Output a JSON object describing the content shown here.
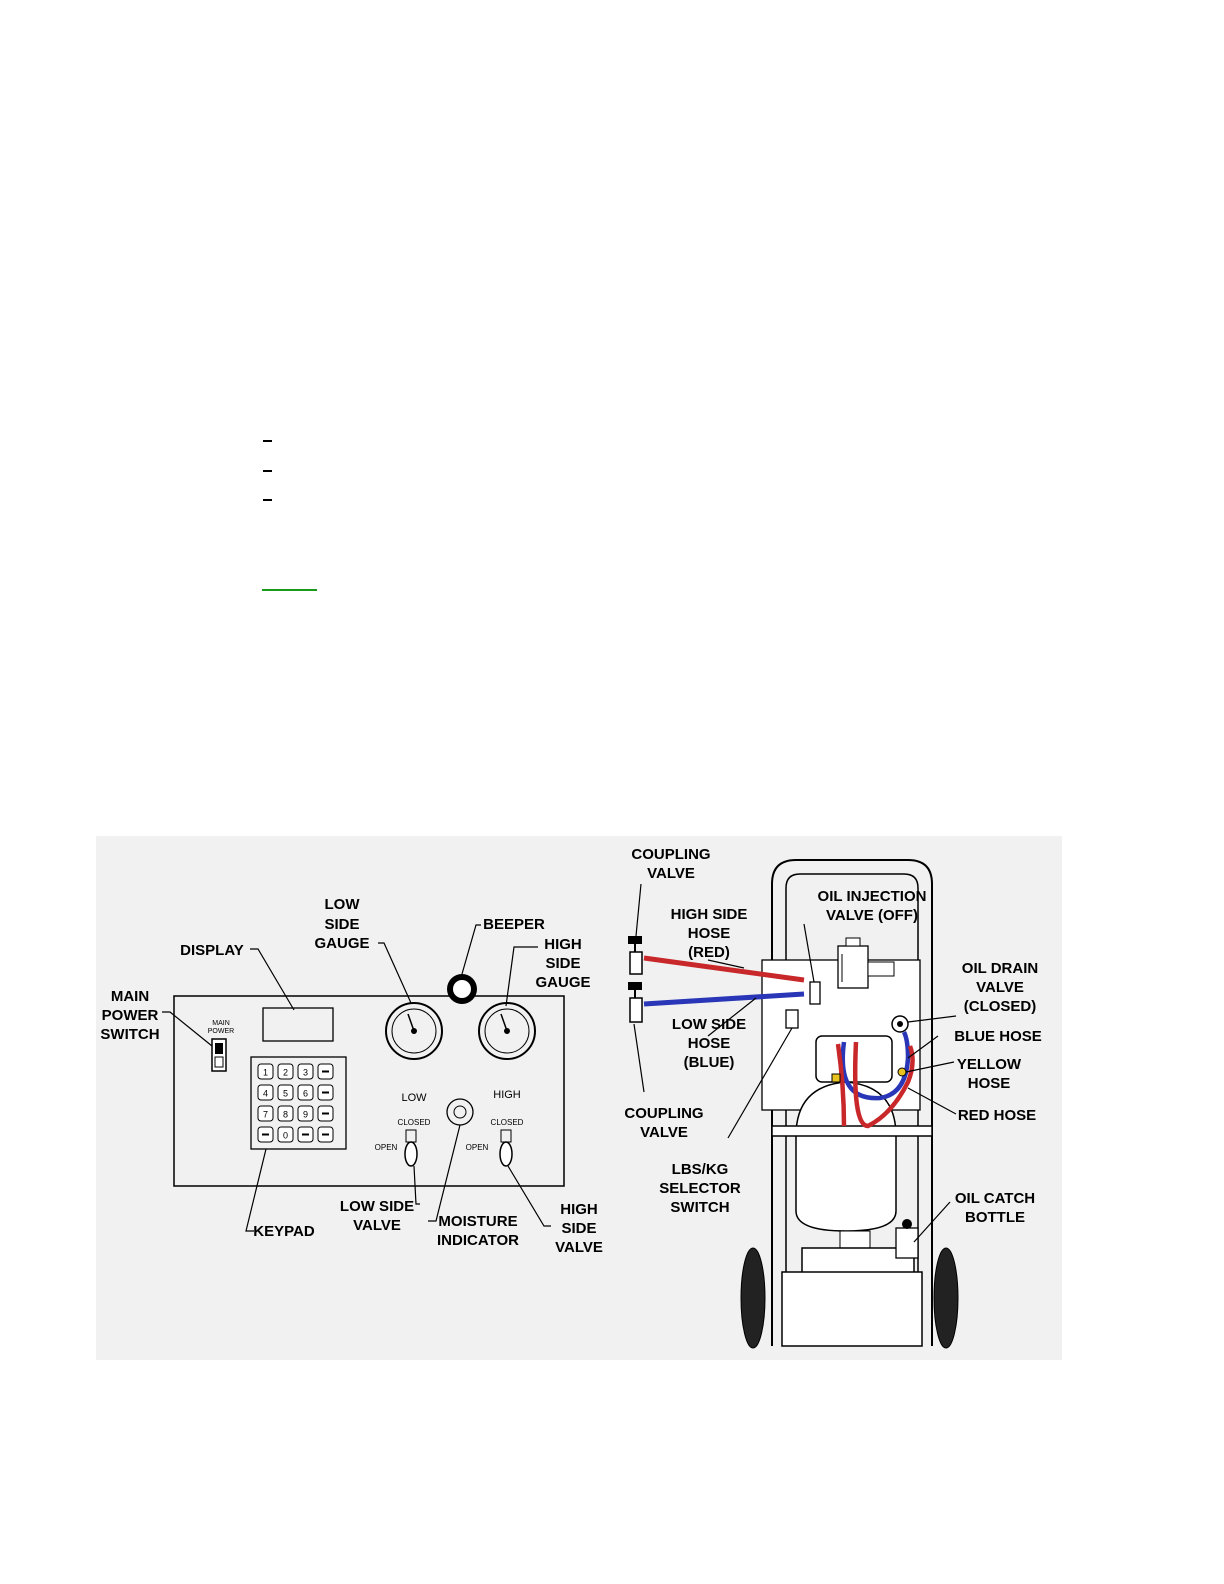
{
  "panel_labels": {
    "display": "DISPLAY",
    "main_power_switch": [
      "MAIN",
      "POWER",
      "SWITCH"
    ],
    "main_power_small": [
      "MAIN",
      "POWER"
    ],
    "low_side_gauge": [
      "LOW",
      "SIDE",
      "GAUGE"
    ],
    "beeper": "BEEPER",
    "high_side_gauge": [
      "HIGH",
      "SIDE",
      "GAUGE"
    ],
    "gauge_low": "LOW",
    "gauge_high": "HIGH",
    "closed": "CLOSED",
    "open": "OPEN",
    "keypad": "KEYPAD",
    "low_side_valve": [
      "LOW SIDE",
      "VALVE"
    ],
    "moisture_indicator": [
      "MOISTURE",
      "INDICATOR"
    ],
    "high_side_valve": [
      "HIGH",
      "SIDE",
      "VALVE"
    ],
    "keypad_keys": [
      "1",
      "2",
      "3",
      "4",
      "5",
      "6",
      "7",
      "8",
      "9",
      "0"
    ]
  },
  "cart_labels": {
    "coupling_valve_top": [
      "COUPLING",
      "VALVE"
    ],
    "high_side_hose": [
      "HIGH SIDE",
      "HOSE",
      "(RED)"
    ],
    "oil_injection": [
      "OIL INJECTION",
      "VALVE (OFF)"
    ],
    "oil_drain": [
      "OIL DRAIN",
      "VALVE",
      "(CLOSED)"
    ],
    "low_side_hose": [
      "LOW SIDE",
      "HOSE",
      "(BLUE)"
    ],
    "blue_hose": "BLUE HOSE",
    "yellow_hose": [
      "YELLOW",
      "HOSE"
    ],
    "red_hose": "RED HOSE",
    "coupling_valve_bottom": [
      "COUPLING",
      "VALVE"
    ],
    "lbs_kg": [
      "LBS/KG",
      "SELECTOR",
      "SWITCH"
    ],
    "oil_catch": [
      "OIL CATCH",
      "BOTTLE"
    ]
  },
  "colors": {
    "red_hose": "#c8282a",
    "blue_hose": "#2a36b8",
    "yellow": "#e8c320",
    "background": "#f1f1f1"
  }
}
